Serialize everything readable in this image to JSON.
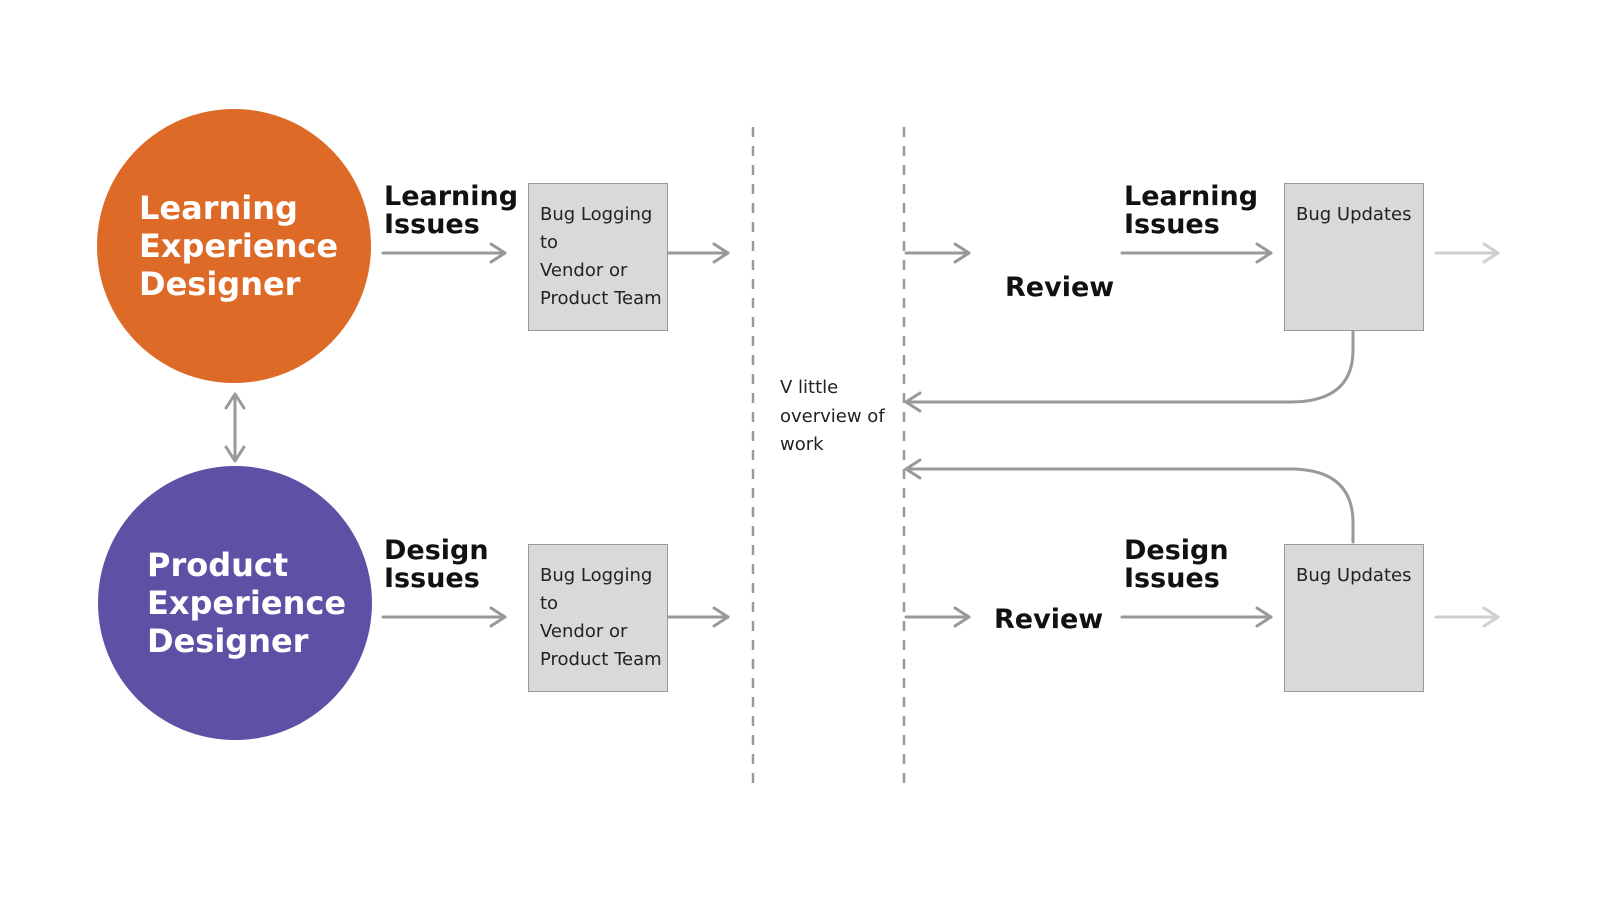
{
  "colors": {
    "learning_circle": "#DE6A28",
    "product_circle": "#5F4FA5",
    "box_fill": "#D9D9D9",
    "arrow": "#999999",
    "arrow_faded": "#CFCFCF"
  },
  "actors": {
    "learning": "Learning\nExperience\nDesigner",
    "product": "Product\nExperience\nDesigner"
  },
  "left_labels": {
    "learning_issues": "Learning\nIssues",
    "design_issues": "Design\nIssues"
  },
  "left_boxes": {
    "top": "Bug Logging\nto\nVendor or\nProduct Team",
    "bottom": "Bug Logging\nto\nVendor or\nProduct Team"
  },
  "middle_note": "V little\noverview of\nwork",
  "review": {
    "top": "Review",
    "bottom": "Review"
  },
  "right_labels": {
    "learning_issues": "Learning\nIssues",
    "design_issues": "Design\nIssues"
  },
  "right_boxes": {
    "top": "Bug Updates",
    "bottom": "Bug Updates"
  }
}
